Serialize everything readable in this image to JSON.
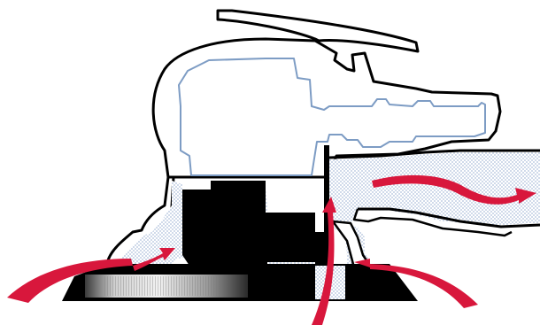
{
  "figure": {
    "subject": "random-orbital-sander-dust-extraction-cross-section",
    "icons": [
      "airflow-arrow-icon",
      "sanding-pad-icon",
      "motor-rotor-icon"
    ]
  },
  "colors": {
    "background": "#ffffff",
    "outline": "#000000",
    "internal_housing": "#7d9cc4",
    "airflow_arrow": "#d8173c",
    "air_channel_fill": "#cfdcee",
    "solid_part": "#000000",
    "pad_metal_light": "#e8e8e8",
    "pad_metal_dark": "#555555"
  },
  "airflow": {
    "intake_paths": 4,
    "exhaust_paths": 1
  }
}
